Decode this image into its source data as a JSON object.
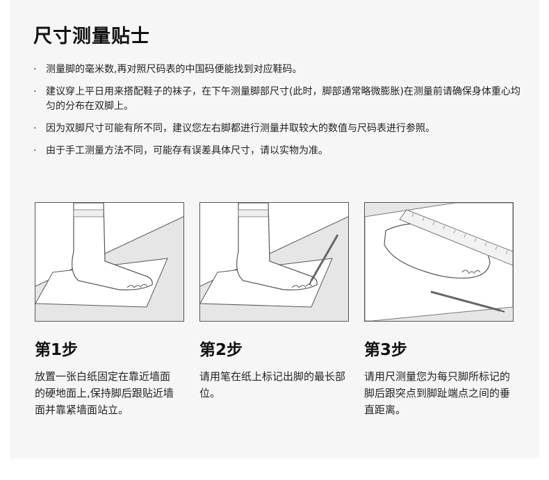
{
  "title": "尺寸测量贴士",
  "bullet": "·",
  "tips": [
    "测量脚的毫米数,再对照尺码表的中国码便能找到对应鞋码。",
    "建议穿上平日用来搭配鞋子的袜子，在下午测量脚部尺寸(此时，脚部通常略微膨胀)在测量前请确保身体重心均匀的分布在双脚上。",
    "因为双脚尺寸可能有所不同，建议您左右脚都进行测量并取较大的数值与尺码表进行参照。",
    "由于手工测量方法不同，可能存有误差具体尺寸，请以实物为准。"
  ],
  "steps": [
    {
      "title": "第1步",
      "desc": "放置一张白纸固定在靠近墙面的硬地面上,保持脚后跟贴近墙面并靠紧墙面站立。"
    },
    {
      "title": "第2步",
      "desc": "请用笔在纸上标记出脚的最长部位。"
    },
    {
      "title": "第3步",
      "desc": "请用尺测量您为每只脚所标记的脚后跟突点到脚趾端点之间的垂直距离。"
    }
  ],
  "colors": {
    "card_bg": "#f6f6f6",
    "floor": "#e6e6e6",
    "line": "#555555"
  }
}
